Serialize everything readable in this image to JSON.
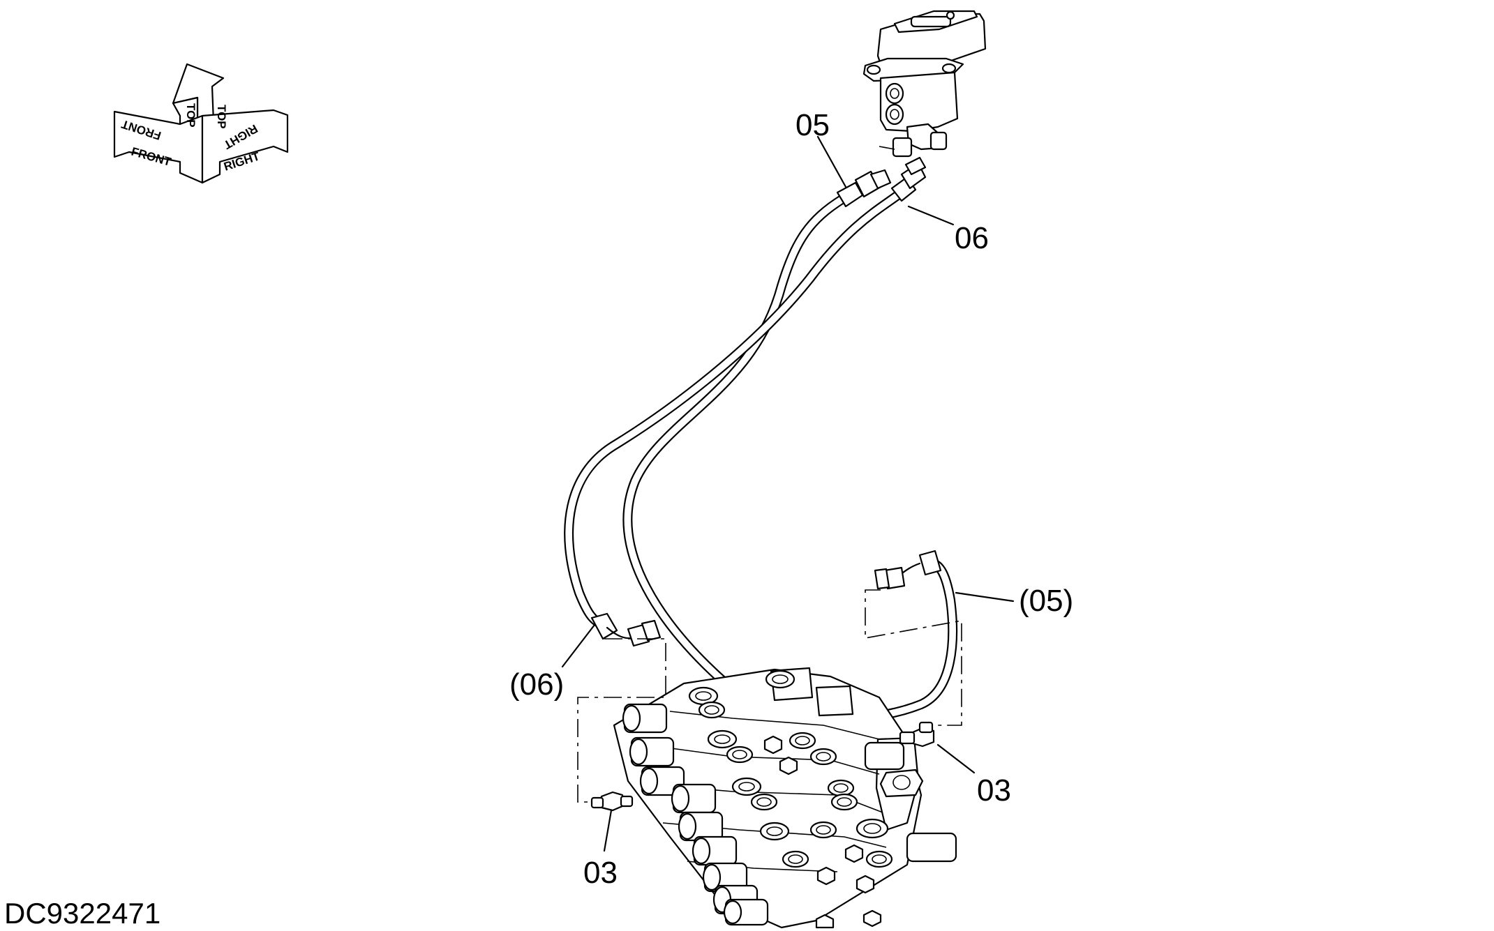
{
  "drawing_id": "DC9322471",
  "orientation_symbol": {
    "front": "FRONT",
    "top": "TOP",
    "right": "RIGHT"
  },
  "callouts": {
    "p05": "05",
    "p06": "06",
    "p05_ref": "(05)",
    "p06_ref": "(06)",
    "p03_right": "03",
    "p03_left": "03"
  }
}
